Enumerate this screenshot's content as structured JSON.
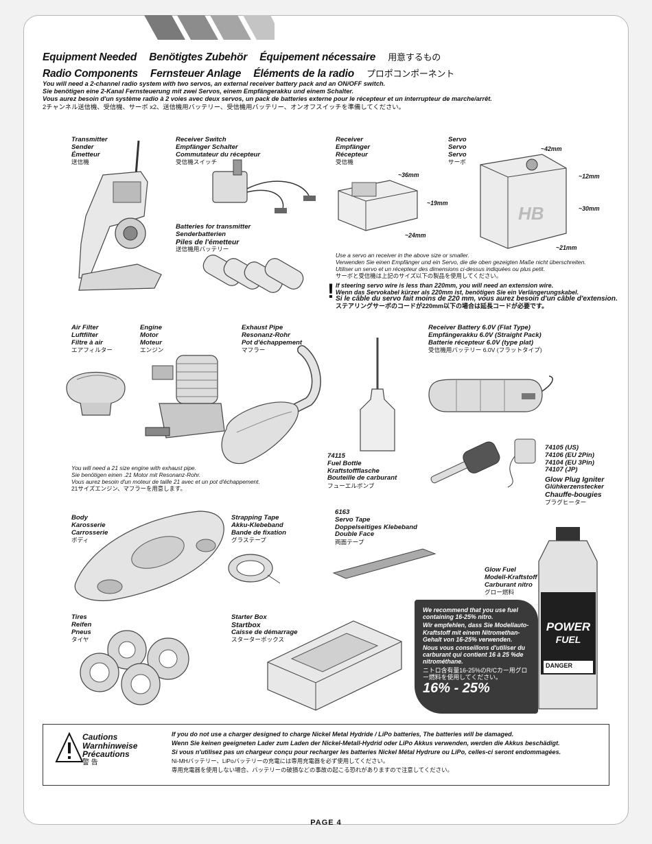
{
  "header": {
    "equipment": [
      "Equipment Needed",
      "Benötigtes Zubehör",
      "Équipement nécessaire",
      "用意するもの"
    ],
    "radio": [
      "Radio Components",
      "Fernsteuer Anlage",
      "Éléments de la radio",
      "プロポコンポーネント"
    ]
  },
  "intro": [
    "You will need a 2-channel radio system with two servos, an external receiver battery pack and an ON/OFF switch.",
    "Sie benötigen eine 2-Kanal Fernsteuerung mit zwei Servos, einem Empfängerakku und einem Schalter.",
    "Vous aurez besoin d'un système radio à 2 voies avec deux servos, un pack de batteries externe pour le récepteur et un interrupteur de marche/arrêt.",
    "2チャンネル送信機、受信機、サーボ x2、送信機用バッテリー、受信機用バッテリー、オンオフスイッチを準備してください。"
  ],
  "items": {
    "transmitter": [
      "Transmitter",
      "Sender",
      "Émetteur",
      "送信機"
    ],
    "receiver_switch": [
      "Receiver Switch",
      "Empfänger Schalter",
      "Commutateur du récepteur",
      "受信機スイッチ"
    ],
    "batteries_tx": [
      "Batteries for transmitter",
      "Senderbatterien",
      "Piles de l'émetteur",
      "送信機用バッテリー"
    ],
    "receiver": [
      "Receiver",
      "Empfänger",
      "Récepteur",
      "受信機"
    ],
    "servo": [
      "Servo",
      "Servo",
      "Servo",
      "サーボ"
    ],
    "air_filter": [
      "Air Filter",
      "Luftfilter",
      "Filtre à air",
      "エアフィルター"
    ],
    "engine": [
      "Engine",
      "Motor",
      "Moteur",
      "エンジン"
    ],
    "exhaust": [
      "Exhaust Pipe",
      "Resonanz-Rohr",
      "Pot d'échappement",
      "マフラー"
    ],
    "rx_battery": [
      "Receiver Battery 6.0V (Flat Type)",
      "Empfängerakku 6.0V (Straight Pack)",
      "Batterie récepteur 6.0V (type plat)",
      "受信機用バッテリー 6.0V (フラットタイプ)"
    ],
    "fuel_bottle": [
      "74115",
      "Fuel Bottle",
      "Kraftstoffflasche",
      "Bouteille de carburant",
      "フューエルボンブ"
    ],
    "glow_igniter": [
      "74105 (US)",
      "74106 (EU 2Pin)",
      "74104 (EU 3Pin)",
      "74107 (JP)",
      "Glow Plug Igniter",
      "Glühkerzenstecker",
      "Chauffe-bougies",
      "プラグヒーター"
    ],
    "body": [
      "Body",
      "Karosserie",
      "Carrosserie",
      "ボディ"
    ],
    "strapping_tape": [
      "Strapping Tape",
      "Akku-Klebeband",
      "Bande de fixation",
      "グラステープ"
    ],
    "servo_tape": [
      "6163",
      "Servo Tape",
      "Doppelseitiges Klebeband",
      "Double Face",
      "両面テープ"
    ],
    "glow_fuel": [
      "Glow Fuel",
      "Modell-Kraftstoff",
      "Carburant nitro",
      "グロー燃料"
    ],
    "tires": [
      "Tires",
      "Reifen",
      "Pneus",
      "タイヤ"
    ],
    "starter_box": [
      "Starter Box",
      "Startbox",
      "Caisse de démarrage",
      "スターターボックス"
    ]
  },
  "dimensions": {
    "rx_w": "~36mm",
    "rx_h": "~19mm",
    "rx_d": "~24mm",
    "servo_w": "~42mm",
    "servo_t": "~12mm",
    "servo_h": "~30mm",
    "servo_d": "~21mm"
  },
  "servo_note": [
    "Use a servo an receiver in the above size or smaller.",
    "Verwenden Sie einen Empfänger und ein Servo, die die oben gezeigten Maße nicht überschreiten.",
    "Utiliser un servo et un récepteur des dimensions ci-dessus indiquées ou plus petit.",
    "サーボと受信機は上記のサイズ以下の製品を使用してください。"
  ],
  "ext_note": [
    "If steering servo wire is less than 220mm, you will need an extension wire.",
    "Wenn das Servokabel kürzer als 220mm ist, benötigen Sie ein Verlängerungskabel.",
    "Si le câble du servo fait moins de 220 mm, vous aurez besoin d'un câble d'extension.",
    "ステアリングサーボのコードが220mm以下の場合は延長コードが必要です。"
  ],
  "engine_note": [
    "You will need a 21 size engine with exhaust pipe.",
    "Sie benötigen einen .21 Motor mit Resonanz-Rohr.",
    "Vous aurez besoin d'un moteur de taille 21 avec et un pot d'échappement.",
    "21サイズエンジン、マフラーを用意します。"
  ],
  "fuel_box": {
    "en": "We recommend that you use fuel containing 16-25% nitro.",
    "de": "Wir empfehlen, dass Sie Modellauto-Kraftstoff mit einem Nitromethan-Gehalt von 16-25% verwenden.",
    "fr": "Nous vous conseillons d'utiliser du carburant qui contient 16 à 25 %de nitrométhane.",
    "jp": "ニトロ含有量16-25%のR/Cカー用グロー燃料を使用してください。",
    "pct": "16% - 25%"
  },
  "bottle": {
    "brand": "POWER",
    "sub": "FUEL",
    "danger": "DANGER"
  },
  "cautions": {
    "label": [
      "Cautions",
      "Warnhinweise",
      "Précautions",
      "警 告"
    ],
    "lines": [
      "If you do not use a charger designed to charge Nickel Metal Hydride / LiPo batteries, The batteries will be damaged.",
      "Wenn Sie keinen geeigneten Lader zum Laden der Nickel-Metall-Hydrid oder LiPo Akkus verwenden, werden die Akkus beschädigt.",
      "Si vous n'utilisez pas un chargeur conçu pour recharger les batteries Nickel Métal Hydrure ou LiPo, celles-ci seront endommagées.",
      "Ni-MHバッテリー、LiPoバッテリーの充電には専用充電器を必ず使用してください。",
      "専用充電器を使用しない場合、バッテリーの破損などの事故の起こる恐れがありますので注意してください。"
    ]
  },
  "footer": {
    "page": "PAGE 4"
  }
}
